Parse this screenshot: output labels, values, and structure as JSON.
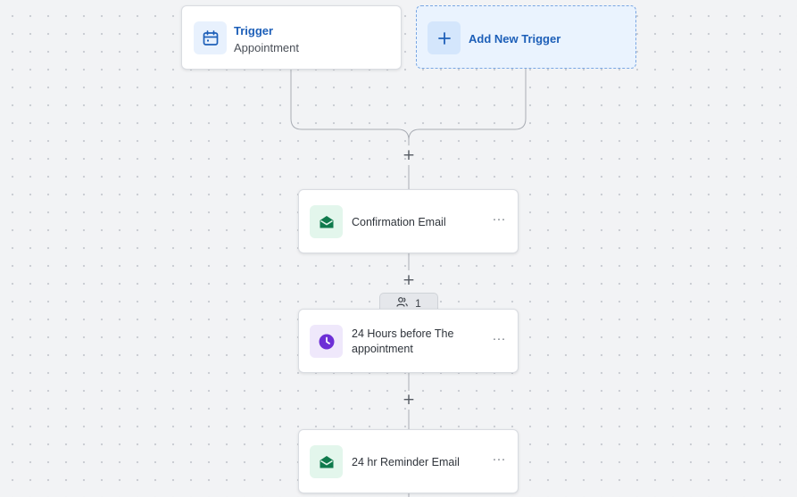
{
  "triggers": [
    {
      "title": "Trigger",
      "subtitle": "Appointment",
      "icon": "calendar-icon"
    }
  ],
  "add_trigger": {
    "label": "Add New Trigger",
    "icon": "plus-icon"
  },
  "steps": [
    {
      "label": "Confirmation Email",
      "icon": "envelope-icon",
      "color": "#0f7a4c"
    },
    {
      "label": "24 Hours before The appointment",
      "icon": "clock-icon",
      "color": "#6d2fd6"
    },
    {
      "label": "24 hr Reminder Email",
      "icon": "envelope-icon",
      "color": "#0f7a4c"
    }
  ],
  "step_badge": {
    "count": "1",
    "icon": "users-icon"
  },
  "add_step_symbol": "+",
  "more_symbol": "···",
  "colors": {
    "accent": "#1d5fb8",
    "canvas": "#f2f3f5",
    "connector": "#a9adb4"
  }
}
